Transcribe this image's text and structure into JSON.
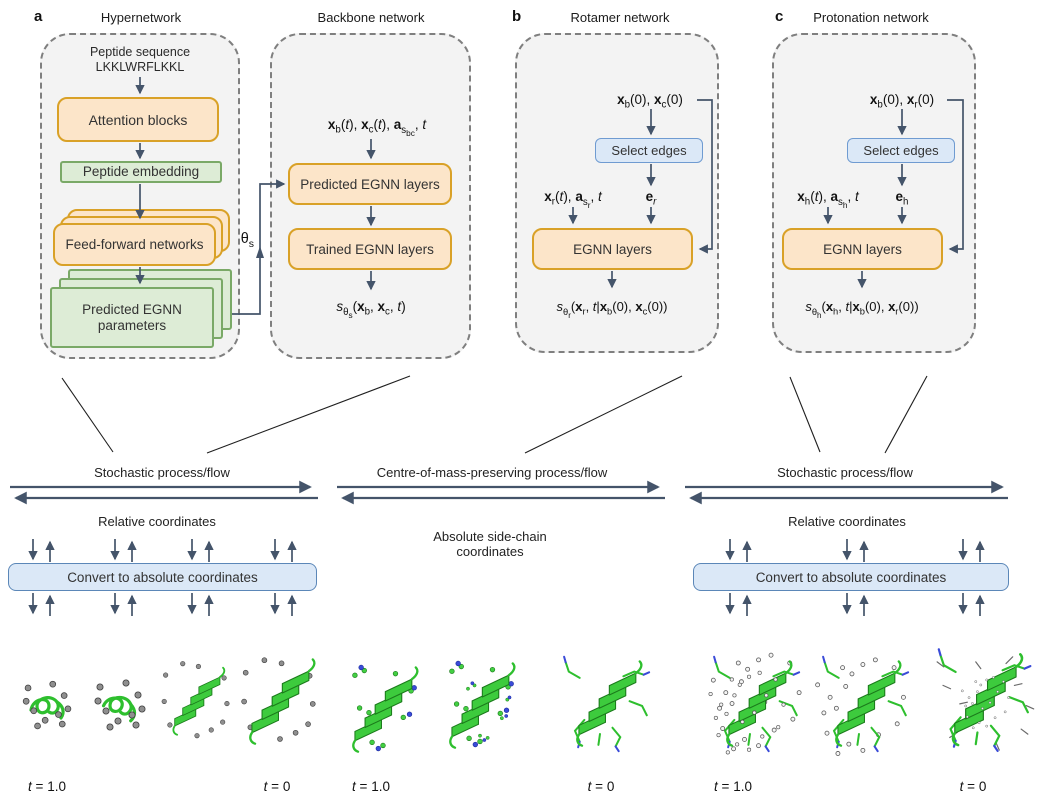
{
  "panels": {
    "a": {
      "letter": "a",
      "title": "Hypernetwork",
      "peptide_label": "Peptide sequence",
      "peptide_sequence": "LKKLWRFLKKL",
      "attention_box": "Attention blocks",
      "embedding_box": "Peptide embedding",
      "ffn_box": "Feed-forward networks",
      "predicted_params_box": "Predicted EGNN parameters",
      "theta_label": "θ<sub>s</sub>"
    },
    "backbone": {
      "title": "Backbone network",
      "input": "<b>x</b><sub>b</sub>(<i>t</i>), <b>x</b><sub>c</sub>(<i>t</i>), <b>a</b><sub>s<sub>bc</sub></sub>, <i>t</i>",
      "predicted_layers_box": "Predicted EGNN layers",
      "trained_layers_box": "Trained EGNN layers",
      "output": "<i>s</i><sub>θ<sub>s</sub></sub>(<b>x</b><sub>b</sub>, <b>x</b><sub>c</sub>, <i>t</i>)"
    },
    "b": {
      "letter": "b",
      "title": "Rotamer network",
      "init_coords": "<b>x</b><sub>b</sub>(0), <b>x</b><sub>c</sub>(0)",
      "select_edges_box": "Select edges",
      "left_input": "<b>x</b><sub>r</sub>(<i>t</i>), <b>a</b><sub>s<sub>r</sub></sub>, <i>t</i>",
      "edges_label": "<b>e</b><sub><i>r</i></sub>",
      "egnn_box": "EGNN layers",
      "output": "<i>s</i><sub>θ<sub>r</sub></sub>(<b>x</b><sub>r</sub>, <i>t</i>|<b>x</b><sub>b</sub>(0), <b>x</b><sub>c</sub>(0))"
    },
    "c": {
      "letter": "c",
      "title": "Protonation network",
      "init_coords": "<b>x</b><sub>b</sub>(0), <b>x</b><sub>r</sub>(0)",
      "select_edges_box": "Select edges",
      "left_input": "<b>x</b><sub>h</sub>(<i>t</i>), <b>a</b><sub>s<sub>h</sub></sub>, <i>t</i>",
      "edges_label": "<b>e</b><sub>h</sub>",
      "egnn_box": "EGNN layers",
      "output": "<i>s</i><sub>θ<sub>h</sub></sub>(<b>x</b><sub>h</sub>, <i>t</i>|<b>x</b><sub>b</sub>(0), <b>x</b><sub>r</sub>(0))"
    }
  },
  "process_bands": {
    "left": "Stochastic process/flow",
    "middle": "Centre-of-mass-preserving process/flow",
    "right": "Stochastic process/flow"
  },
  "coordinates": {
    "relative_left": "Relative coordinates",
    "convert_left": "Convert to absolute coordinates",
    "absolute_middle": "Absolute side-chain coordinates",
    "relative_right": "Relative coordinates",
    "convert_right": "Convert to absolute coordinates"
  },
  "timeline": {
    "labels": [
      "<i>t</i> = 1.0",
      "<i>t</i> = 0",
      "<i>t</i> = 1.0",
      "<i>t</i> = 0",
      "<i>t</i> = 1.0",
      "<i>t</i> = 0"
    ]
  },
  "colors": {
    "orange_fill": "#FCE5C9",
    "orange_border": "#D9A127",
    "green_fill": "#DDECD6",
    "green_border": "#7AA967",
    "blue_fill": "#DBE8F7",
    "blue_border": "#6F9BD1",
    "arrow": "#44546A",
    "panel_bg": "#F3F3F3",
    "panel_border": "#7F7F7F",
    "protein_green": "#3DCB3D"
  }
}
